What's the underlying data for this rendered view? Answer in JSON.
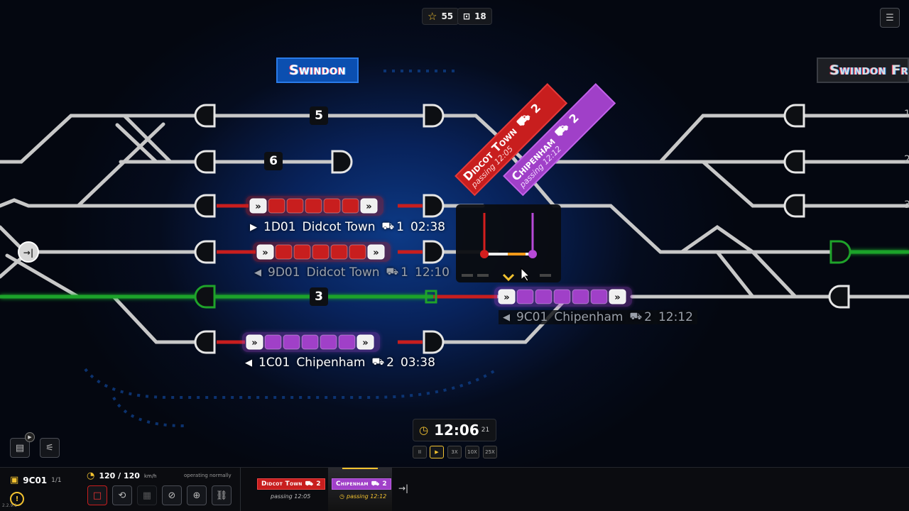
{
  "top_bar": {
    "stars": "55",
    "trains": "18"
  },
  "stations": [
    {
      "name": "Swindon"
    },
    {
      "name": "Swindon Fr"
    }
  ],
  "platforms": [
    "5",
    "6",
    "3"
  ],
  "right_platform_numbers": [
    "1",
    "2",
    "3"
  ],
  "trains": [
    {
      "code": "1D01",
      "destination": "Didcot Town",
      "count": "1",
      "time": "02:38",
      "dir": "right"
    },
    {
      "code": "9D01",
      "destination": "Didcot Town",
      "count": "1",
      "time": "12:10",
      "dir": "left"
    },
    {
      "code": "9C01",
      "destination": "Chipenham",
      "count": "2",
      "time": "12:12",
      "dir": "left"
    },
    {
      "code": "1C01",
      "destination": "Chipenham",
      "count": "2",
      "time": "03:38",
      "dir": "left"
    }
  ],
  "popup": {
    "flag1": {
      "name": "Didcot Town",
      "count": "2",
      "sub": "passing 12:05",
      "color": "#c81e1e"
    },
    "flag2": {
      "name": "Chipenham",
      "count": "2",
      "sub": "passing 12:12",
      "color": "#a040c8"
    }
  },
  "clock": {
    "time": "12:06",
    "seconds": "21",
    "speeds": [
      "II",
      "▶",
      "3X",
      "10X",
      "25X"
    ]
  },
  "bottom": {
    "train_code": "9C01",
    "train_index": "1/1",
    "speed": "120 / 120",
    "speed_unit": "km/h",
    "status": "operating normally",
    "version": "2.2.9.1",
    "stop1": {
      "name": "Didcot Town",
      "count": "2",
      "sub": "passing 12:05"
    },
    "stop2": {
      "name": "Chipenham",
      "count": "2",
      "sub": "passing 12:12"
    }
  },
  "colors": {
    "red": "#c81e1e",
    "purple": "#a040c8",
    "green": "#1fa32a",
    "accent": "#f2c230"
  }
}
